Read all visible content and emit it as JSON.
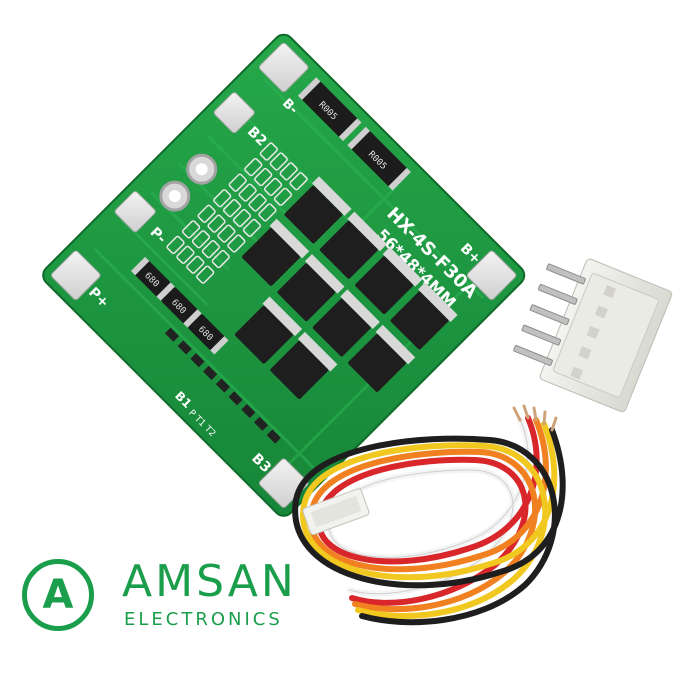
{
  "product": {
    "pcb_model": "HX-4S-F30A",
    "pcb_size": "56*48*4MM",
    "resistor_marking": "R005",
    "cap_marking": "680",
    "pad_labels": {
      "b_plus": "B+",
      "b_minus": "B-",
      "b1": "B1",
      "b2": "B2",
      "b3": "B3",
      "p_plus": "P+",
      "p_minus": "P-"
    },
    "silk_small": "P  T1  T2"
  },
  "logo": {
    "letter": "A",
    "name": "AMSAN",
    "subtitle": "ELECTRONICS"
  },
  "colors": {
    "pcb_green": "#1f9c43",
    "pcb_dark": "#157a33",
    "brand_green": "#1b9e4b",
    "wire_red": "#d8262b",
    "wire_orange": "#f08020",
    "wire_yellow": "#f0c820",
    "wire_black": "#222222",
    "wire_white": "#f2f2f2"
  }
}
